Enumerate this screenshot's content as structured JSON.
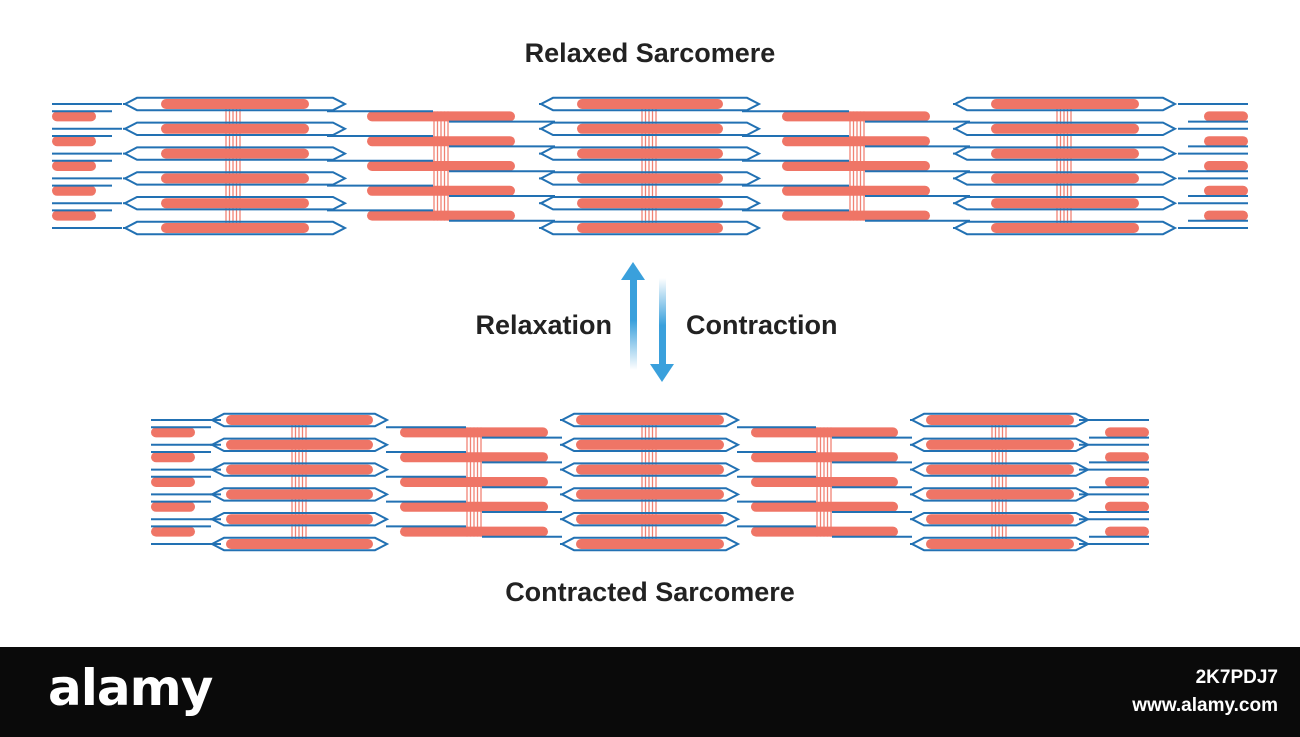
{
  "diagram": {
    "relaxed_title": "Relaxed Sarcomere",
    "contracted_title": "Contracted Sarcomere",
    "relaxation_label": "Relaxation",
    "contraction_label": "Contraction",
    "arrow_up_meaning": "relaxation",
    "arrow_down_meaning": "contraction"
  },
  "colors": {
    "thick_filament": "#ef7566",
    "thin_filament": "#2271b3",
    "z_disc": "#ef7566",
    "arrow": "#3aa0dc",
    "footer_background": "#0a0a0a"
  },
  "footer": {
    "brand": "alamy",
    "image_id": "2K7PDJ7",
    "site_url": "www.alamy.com"
  }
}
